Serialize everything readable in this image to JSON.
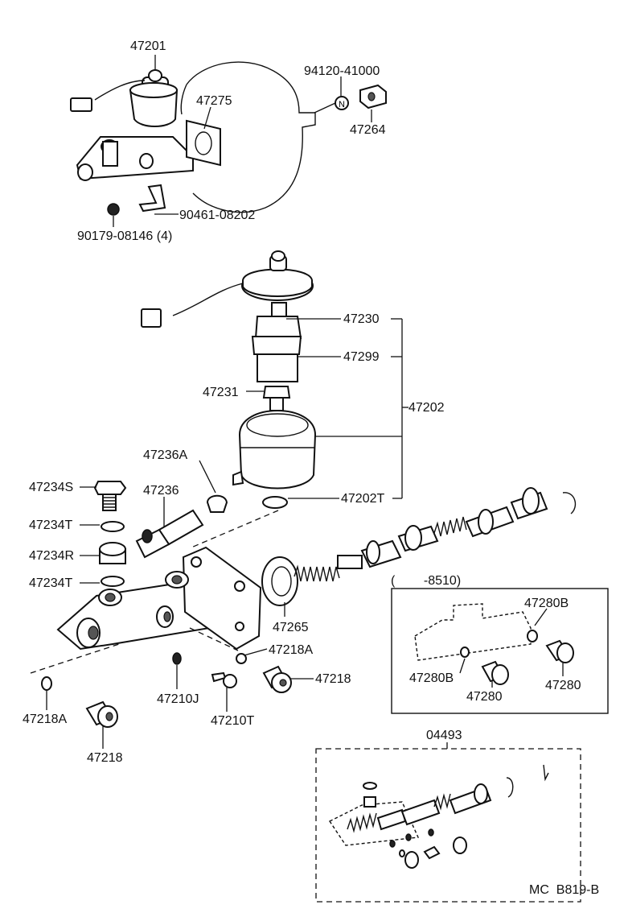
{
  "labels": {
    "l47201": "47201",
    "l94120": "94120-41000",
    "l47275": "47275",
    "l47264": "47264",
    "l90461": "90461-08202",
    "l90179": "90179-08146 (4)",
    "l47230": "47230",
    "l47299": "47299",
    "l47231": "47231",
    "l47202": "47202",
    "l47236A": "47236A",
    "l47234S": "47234S",
    "l47236": "47236",
    "l47202T": "47202T",
    "l47234T_a": "47234T",
    "l47234R": "47234R",
    "l47234T_b": "47234T",
    "l47265": "47265",
    "l47218A_a": "47218A",
    "l47218_a": "47218",
    "l47210J": "47210J",
    "l47210T": "47210T",
    "l47218A_b": "47218A",
    "l47218_b": "47218",
    "l8510": "(        -8510)",
    "l47280B_a": "47280B",
    "l47280B_b": "47280B",
    "l47280_a": "47280",
    "l47280_b": "47280",
    "l04493": "04493",
    "footer": "MC  B819-B"
  }
}
